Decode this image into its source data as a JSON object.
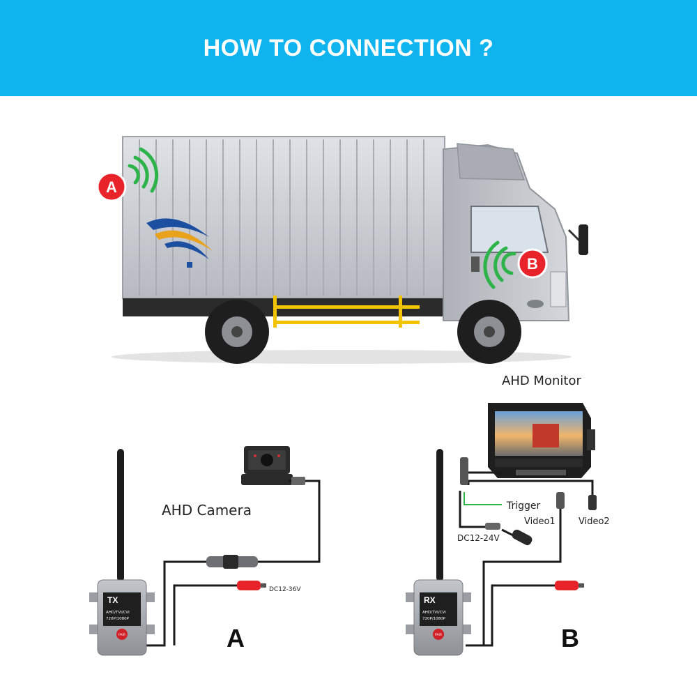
{
  "banner": {
    "title": "HOW TO CONNECTION ?"
  },
  "truck": {
    "marker_a": "A",
    "marker_b": "B"
  },
  "diagram_a": {
    "camera_label": "AHD Camera",
    "power_label": "DC12-36V",
    "module_tag": "TX",
    "module_spec_line1": "AHD/TVI/CVI",
    "module_spec_line2": "720P/1080P",
    "pair_label": "PAIR",
    "letter": "A"
  },
  "diagram_b": {
    "monitor_label": "AHD Monitor",
    "trigger_label": "Trigger",
    "video1_label": "Video1",
    "video2_label": "Video2",
    "power_label": "DC12-24V",
    "module_tag": "RX",
    "module_spec_line1": "AHD/TVI/CVI",
    "module_spec_line2": "720P/1080P",
    "pair_label": "PAIR",
    "letter": "B"
  },
  "colors": {
    "banner": "#0fb4ef",
    "marker_red": "#e8232a",
    "signal_green": "#2db34a",
    "truck_body": "#c9cdd2",
    "truck_cab": "#b8bcc2",
    "stripe_yellow": "#f2c300",
    "cable_black": "#1a1a1a",
    "power_red": "#e8232a",
    "module_gray": "#a9adb2"
  }
}
